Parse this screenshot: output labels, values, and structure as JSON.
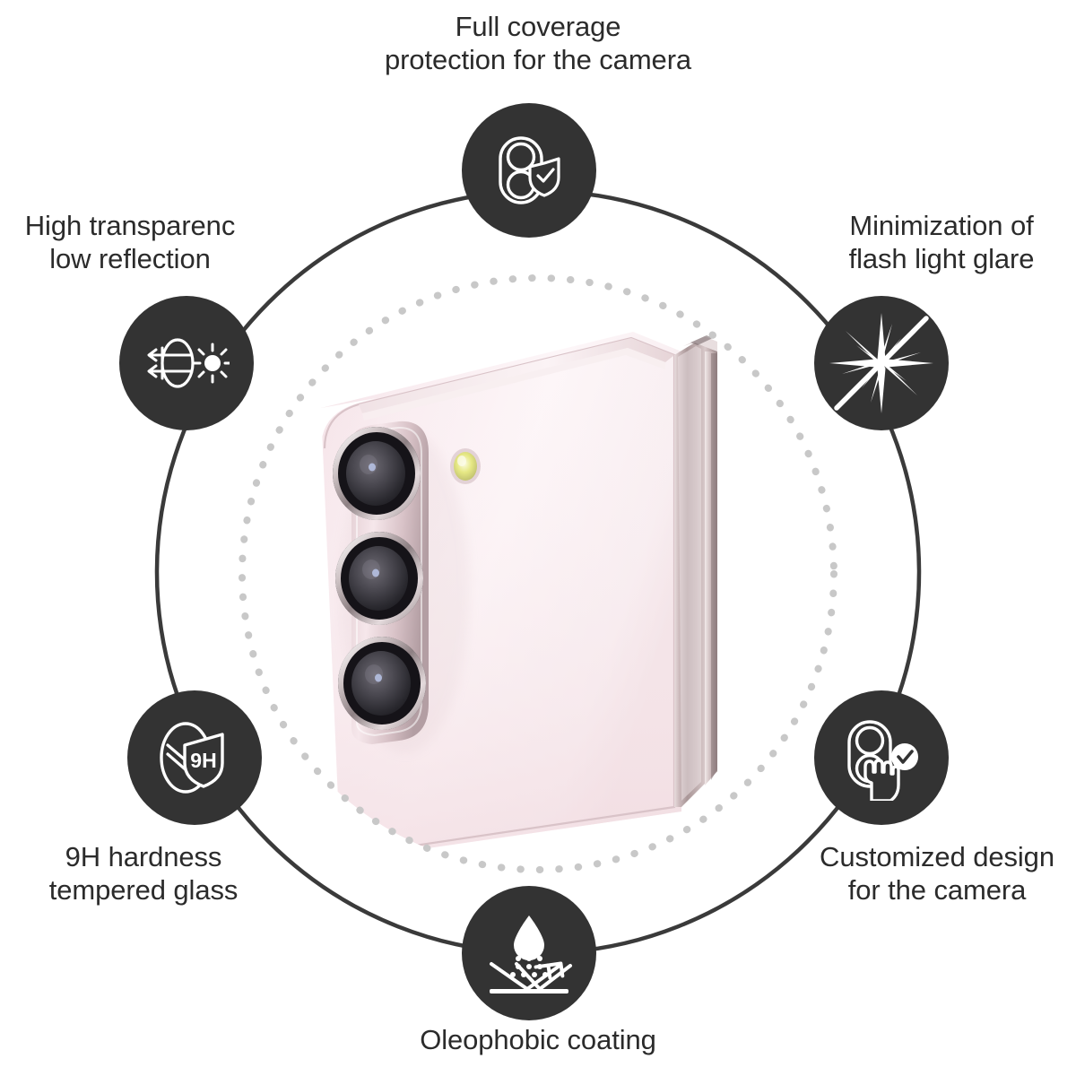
{
  "graphic": {
    "title": "Camera lens protector feature wheel",
    "subject": "foldable smartphone rear camera",
    "badge_color": "#333333",
    "ring_color": "#3a3a3a",
    "dotted_ring_color": "#c8c8c8",
    "text_color": "#2b2b2b",
    "background": "#ffffff"
  },
  "features": [
    {
      "id": "full-coverage",
      "label": "Full coverage\nprotection for the camera",
      "icon": "camera-shield-check-icon",
      "position": "top"
    },
    {
      "id": "high-transparency",
      "label": "High transparenc\nlow reflection",
      "icon": "light-through-lens-icon",
      "position": "top-left"
    },
    {
      "id": "flash-glare",
      "label": "Minimization of\nflash light glare",
      "icon": "starburst-glare-icon",
      "position": "top-right"
    },
    {
      "id": "9h-hardness",
      "label": "9H hardness\ntempered glass",
      "icon": "lens-9h-shield-icon",
      "position": "bottom-left"
    },
    {
      "id": "customized-design",
      "label": "Customized design\nfor the camera",
      "icon": "camera-touch-check-icon",
      "position": "bottom-right"
    },
    {
      "id": "oleophobic",
      "label": "Oleophobic coating",
      "icon": "water-repellent-droplet-icon",
      "position": "bottom"
    }
  ],
  "icon_badges": {
    "shield_text": "9H"
  },
  "product": {
    "name": "foldable-smartphone",
    "body_color": "#f7e9ec",
    "body_highlight": "#fdf5f7",
    "hinge_color": "#b9a6a8",
    "lens_count": 3,
    "flash_color": "#e9ea86"
  }
}
